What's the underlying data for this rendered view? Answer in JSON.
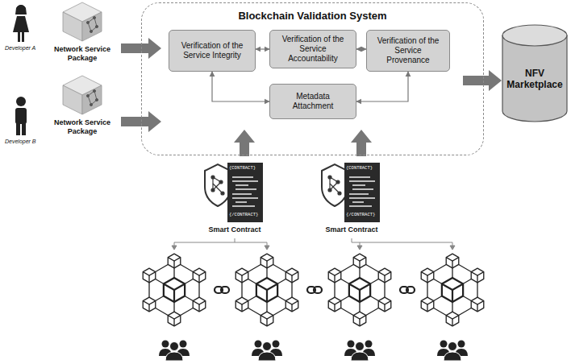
{
  "diagram": {
    "nodes": [
      {
        "text": [
          "Network Service Package"
        ]
      },
      {
        "text": [
          "Network Service Package"
        ]
      },
      {
        "text": [
          "Blockchain Validation System"
        ]
      },
      {
        "text": [
          "Verification of the Service Integrity"
        ],
        "in": 2
      },
      {
        "text": [
          "Verification of the Service Accountability"
        ],
        "in": 2
      },
      {
        "text": [
          "Verification of the Service Provenance"
        ],
        "in": 2
      },
      {
        "text": [
          "Metadata Attachment"
        ],
        "in": 2
      },
      {
        "text": [
          "NFV Marketplace"
        ]
      },
      {
        "text": [
          "Smart Contract"
        ]
      },
      {
        "text": [
          "Smart Contract"
        ]
      }
    ],
    "edges": [
      {
        "from": 0,
        "to": 2,
        "arrow": "to"
      },
      {
        "from": 1,
        "to": 2,
        "arrow": "to"
      },
      {
        "from": 2,
        "to": 7,
        "arrow": "to"
      },
      {
        "from": 3,
        "to": 4,
        "arrow": "both"
      },
      {
        "from": 4,
        "to": 5,
        "arrow": "both"
      },
      {
        "from": 3,
        "to": 6,
        "arrow": "both"
      },
      {
        "from": 5,
        "to": 6,
        "arrow": "both"
      },
      {
        "from": 8,
        "to": 2,
        "arrow": "to"
      },
      {
        "from": 9,
        "to": 2,
        "arrow": "to"
      }
    ],
    "labels": [
      "Developer A",
      "Developer B",
      "{CONTRACT}",
      "{/CONTRACT}",
      "{CONTRACT}",
      "{/CONTRACT}"
    ]
  }
}
